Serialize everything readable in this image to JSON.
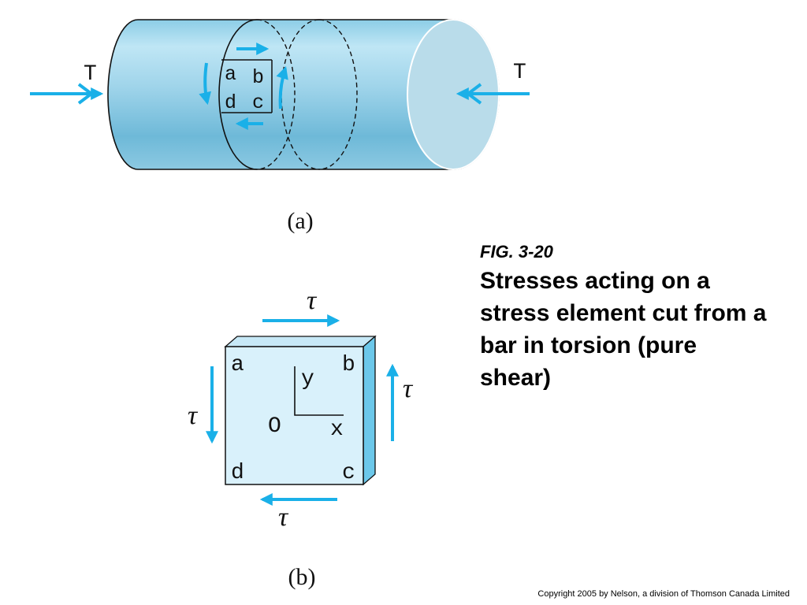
{
  "figure_a": {
    "label": "(a)",
    "torque_left": "T",
    "torque_right": "T",
    "corner_a": "a",
    "corner_b": "b",
    "corner_c": "c",
    "corner_d": "d"
  },
  "figure_b": {
    "label": "(b)",
    "tau_top": "τ",
    "tau_right": "τ",
    "tau_bottom": "τ",
    "tau_left": "τ",
    "corner_a": "a",
    "corner_b": "b",
    "corner_c": "c",
    "corner_d": "d",
    "axis_x": "x",
    "axis_y": "y",
    "origin": "O"
  },
  "caption": {
    "number": "FIG. 3-20",
    "title": "Stresses acting on a stress element cut from a bar in torsion (pure shear)"
  },
  "copyright": "Copyright 2005 by Nelson, a division of Thomson Canada Limited",
  "colors": {
    "arrow": "#1ab0e8",
    "cylinder_light": "#d8f0f8",
    "cylinder_mid": "#9fd5ea",
    "cylinder_dark": "#6bbad8",
    "end_face": "#b9dcea",
    "element_face": "#d9f1fb",
    "element_side": "#6cc8ea"
  }
}
